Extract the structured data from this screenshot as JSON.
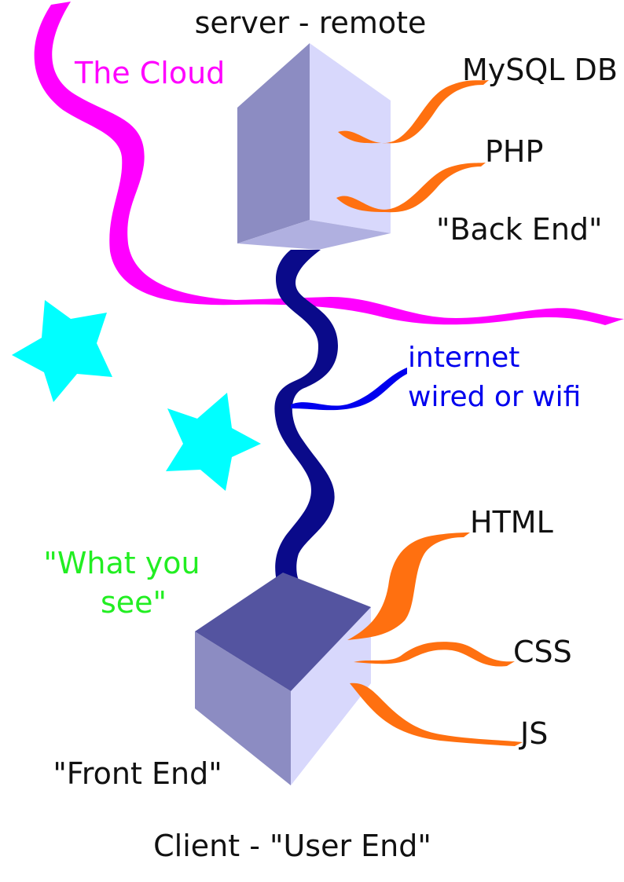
{
  "labels": {
    "server_title": "server - remote",
    "cloud": "The Cloud",
    "mysql": "MySQL DB",
    "php": "PHP",
    "back_end": "\"Back End\"",
    "internet_line1": "internet",
    "internet_line2": "wired or wifi",
    "html": "HTML",
    "css": "CSS",
    "js": "JS",
    "what_you_see_line1": "\"What you",
    "what_you_see_line2": "see\"",
    "front_end": "\"Front End\"",
    "client_title": "Client - \"User End\""
  },
  "colors": {
    "cloud": "#ff00ff",
    "ribbon_orange": "#ff7010",
    "connection": "#0a0a8a",
    "internet_ribbon": "#0000ee",
    "internet_text": "#0000ee",
    "star": "#00ffff",
    "what_you_see": "#22ee22",
    "text": "#111111",
    "server_left": "#8c8cc2",
    "server_right": "#d8d8fc",
    "server_bottom": "#b0b0e0",
    "client_top": "#5454a0",
    "client_left": "#8c8cc2",
    "client_right": "#d8d8fc"
  }
}
